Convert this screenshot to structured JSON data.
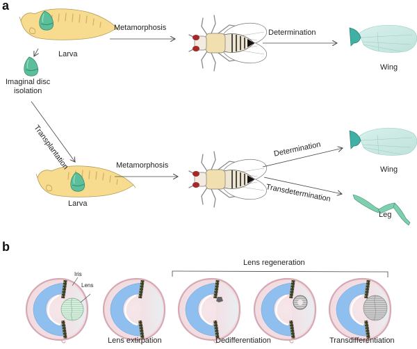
{
  "panel_a": {
    "letter": "a",
    "row1": {
      "larva_label": "Larva",
      "disc_label_line1": "Imaginal disc",
      "disc_label_line2": "isolation",
      "arrow1_label": "Metamorphosis",
      "arrow2_label": "Determination",
      "wing_label": "Wing"
    },
    "transplant_label": "Transplantation",
    "row2": {
      "larva_label": "Larva",
      "arrow1_label": "Metamorphosis",
      "arrow_up_label": "Determination",
      "arrow_down_label": "Transdetermination",
      "wing_label": "Wing",
      "leg_label": "Leg"
    }
  },
  "panel_b": {
    "letter": "b",
    "iris_label": "Iris",
    "lens_label": "Lens",
    "bracket_label": "Lens regeneration",
    "eyes": [
      {
        "state": "intact",
        "caption": ""
      },
      {
        "state": "no-lens",
        "caption": "Lens extirpation"
      },
      {
        "state": "small-vesicle",
        "caption": "Dedifferentiation"
      },
      {
        "state": "ring-vesicle",
        "caption": ""
      },
      {
        "state": "full-lens",
        "caption": "Transdifferentiation"
      }
    ]
  },
  "colors": {
    "larva": "#f7dc8f",
    "disc": "#5cbf9c",
    "wing": "#cbe9e3",
    "leg": "#7ecfae",
    "retina": "#8fbfef",
    "eye_outline": "#d7a8b2",
    "lens_green": "#bfe0c8",
    "lens_gray": "#bdbdbd",
    "iris": "#3b3b2a"
  }
}
